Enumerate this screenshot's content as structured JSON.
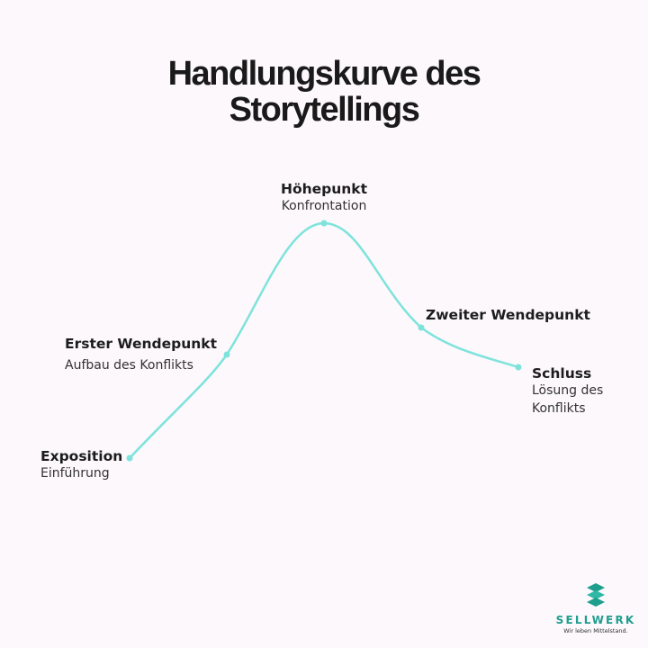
{
  "title": {
    "line1": "Handlungskurve des",
    "line2": "Storytellings"
  },
  "colors": {
    "curve": "#7ee3dc",
    "brand": "#1f9e8e",
    "background": "#fcf8fc"
  },
  "points": [
    {
      "heading": "Exposition",
      "sub": "Einführung"
    },
    {
      "heading": "Erster Wendepunkt",
      "sub": "Aufbau des Konflikts"
    },
    {
      "heading": "Höhepunkt",
      "sub": "Konfrontation"
    },
    {
      "heading": "Zweiter Wendepunkt",
      "sub": ""
    },
    {
      "heading": "Schluss",
      "sub": "Lösung des Konflikts"
    }
  ],
  "logo": {
    "brand": "SELLWERK",
    "tagline": "Wir leben Mittelstand."
  }
}
